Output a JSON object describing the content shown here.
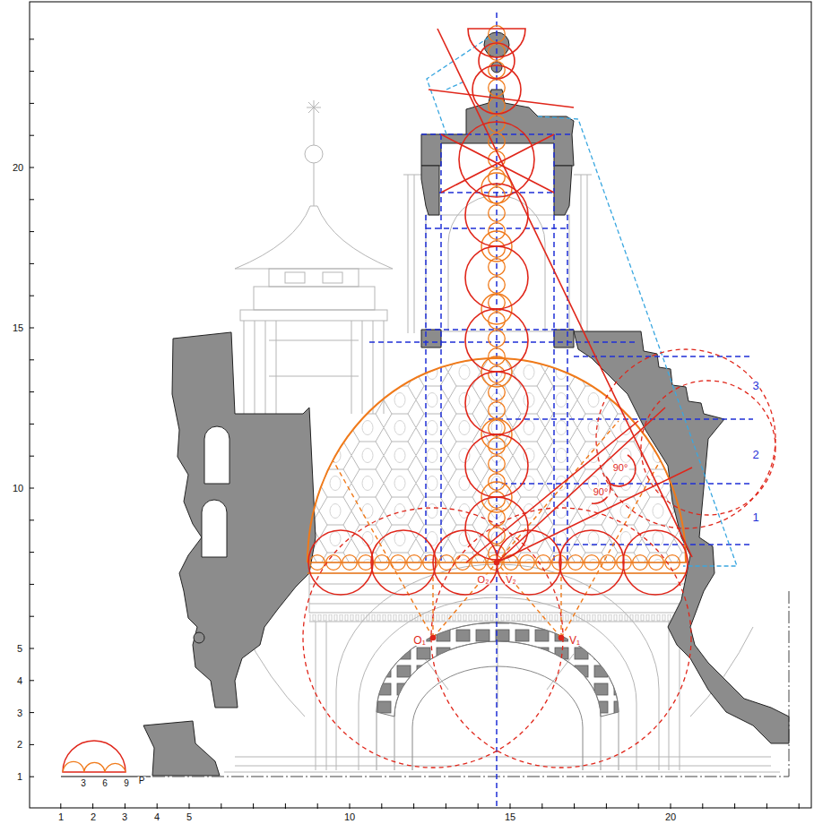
{
  "diagram": {
    "labels": [
      "20",
      "15",
      "10",
      "5",
      "4",
      "3",
      "2",
      "1",
      "1",
      "2",
      "3",
      "4",
      "5",
      "10",
      "15",
      "20",
      "3",
      "6",
      "9",
      "P",
      "90°",
      "90°",
      "1",
      "2",
      "3",
      "O₁",
      "V₁",
      "O₂",
      "V₂"
    ]
  }
}
